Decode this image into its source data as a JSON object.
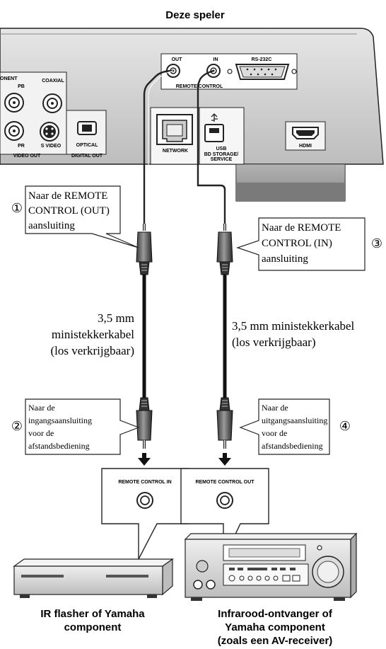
{
  "title": "Deze speler",
  "panel": {
    "component_label": "ONENT",
    "pb_label": "PB",
    "pr_label": "PR",
    "coaxial_label": "COAXIAL",
    "svideo_label": "S VIDEO",
    "optical_label": "OPTICAL",
    "video_out_label": "VIDEO OUT",
    "digital_out_label": "DIGITAL OUT",
    "out_label": "OUT",
    "in_label": "IN",
    "rs232c_label": "RS-232C",
    "remote_control_label": "REMOTE CONTROL",
    "network_label": "NETWORK",
    "usb_label": "USB",
    "usb_sub1": "BD STORAGE/",
    "usb_sub2": "SERVICE",
    "hdmi_label": "HDMI"
  },
  "callouts": {
    "c1": {
      "number": "①",
      "lines": [
        "Naar de REMOTE",
        "CONTROL (OUT)",
        "aansluiting"
      ]
    },
    "c2": {
      "number": "②",
      "lines": [
        "Naar de",
        "ingangsaansluiting",
        "voor de",
        "afstandsbediening"
      ]
    },
    "c3": {
      "number": "③",
      "lines": [
        "Naar de REMOTE",
        "CONTROL (IN)",
        "aansluiting"
      ]
    },
    "c4": {
      "number": "④",
      "lines": [
        "Naar de",
        "uitgangsaansluiting",
        "voor de",
        "afstandsbediening"
      ]
    }
  },
  "cables": {
    "left": [
      "3,5 mm",
      "ministekkerkabel",
      "(los verkrijgbaar)"
    ],
    "right": [
      "3,5 mm ministekkerkabel",
      "(los verkrijgbaar)"
    ]
  },
  "jacks": {
    "left_label": "REMOTE CONTROL IN",
    "right_label": "REMOTE CONTROL OUT"
  },
  "devices": {
    "left_caption": [
      "IR flasher of Yamaha",
      "component"
    ],
    "right_caption": [
      "Infrarood-ontvanger of",
      "Yamaha component",
      "(zoals een AV-receiver)"
    ]
  }
}
